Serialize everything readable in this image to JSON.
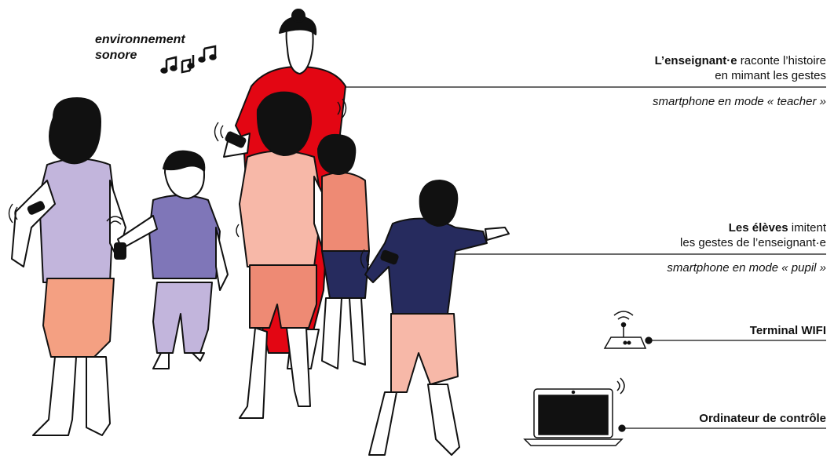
{
  "environment": {
    "line1": "environnement",
    "line2": "sonore"
  },
  "teacher": {
    "bold": "L’enseignant·e",
    "rest": " raconte l’histoire",
    "line2": "en mimant les gestes",
    "mode": "smartphone en mode « teacher »"
  },
  "pupils": {
    "bold": "Les élèves",
    "rest": " imitent",
    "line2": "les gestes de l’enseignant·e",
    "mode": "smartphone en mode « pupil »"
  },
  "wifi": {
    "label": "Terminal WIFI"
  },
  "computer": {
    "label": "Ordinateur de contrôle"
  },
  "colors": {
    "teacher_red": "#e30613",
    "lilac": "#c2b5dc",
    "purple": "#7f76b8",
    "navy": "#262b5e",
    "salmon": "#f4a082",
    "pink": "#f7b8a8",
    "coral": "#ee8a74"
  }
}
